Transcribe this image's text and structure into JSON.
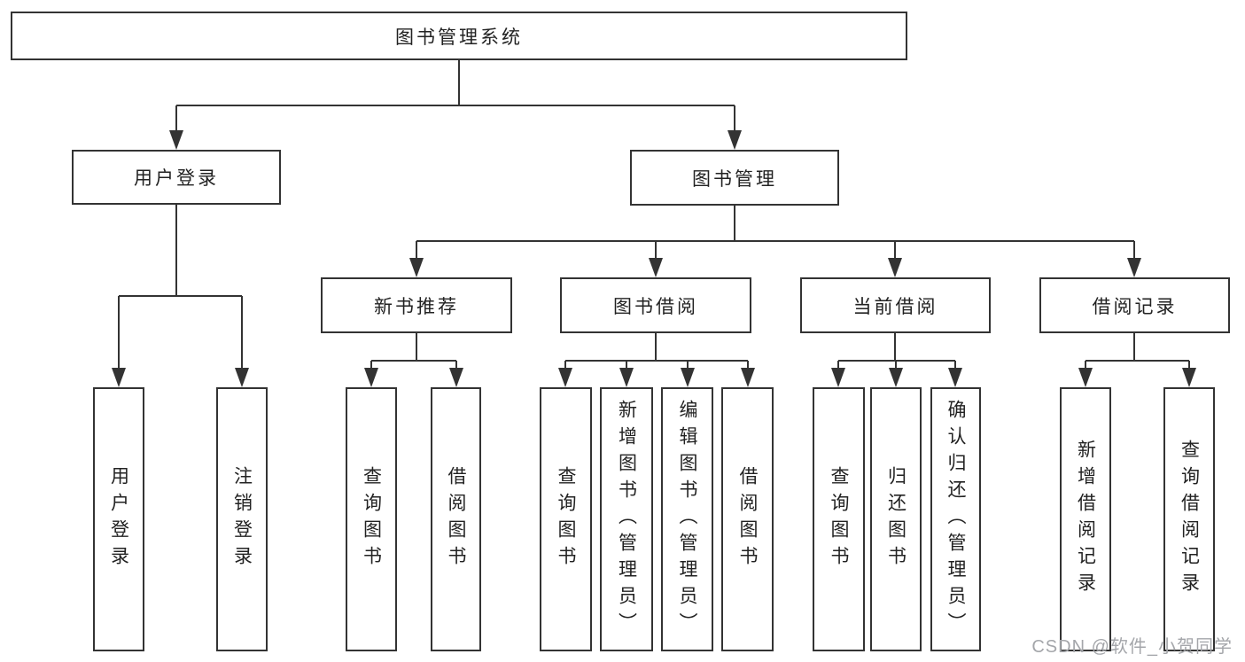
{
  "tree": {
    "root": "图书管理系统",
    "branches": [
      {
        "label": "用户登录",
        "children": [
          "用户登录",
          "注销登录"
        ]
      },
      {
        "label": "图书管理",
        "children": [
          {
            "label": "新书推荐",
            "children": [
              "查询图书",
              "借阅图书"
            ]
          },
          {
            "label": "图书借阅",
            "children": [
              "查询图书",
              "新增图书（管理员）",
              "编辑图书（管理员）",
              "借阅图书"
            ]
          },
          {
            "label": "当前借阅",
            "children": [
              "查询图书",
              "归还图书",
              "确认归还（管理员）"
            ]
          },
          {
            "label": "借阅记录",
            "children": [
              "新增借阅记录",
              "查询借阅记录"
            ]
          }
        ]
      }
    ]
  },
  "watermark": "CSDN @软件_小贺同学",
  "colors": {
    "line": "#333333",
    "text": "#222222",
    "background": "#ffffff",
    "watermark": "#a4a6aa"
  }
}
